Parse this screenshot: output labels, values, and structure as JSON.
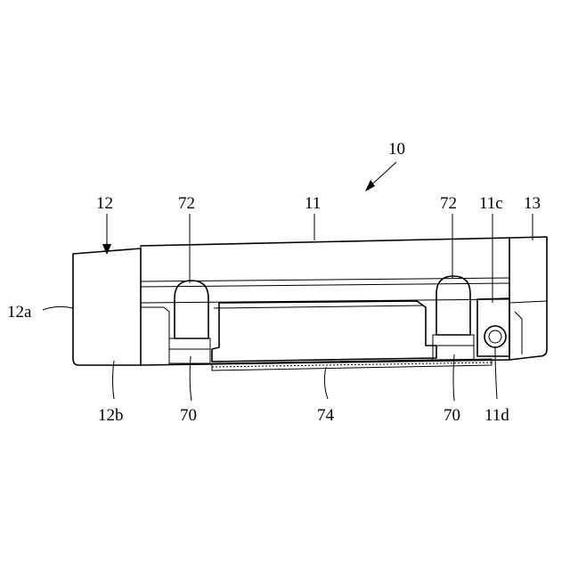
{
  "figure": {
    "labels": {
      "assembly": "10",
      "body": "11",
      "end_cap_left": "12",
      "end_cap_left_side": "12a",
      "end_cap_left_face": "12b",
      "end_cap_right": "13",
      "body_side": "11c",
      "body_hole": "11d",
      "clip_left": "72",
      "clip_right": "72",
      "base_left": "70",
      "base_right": "70",
      "strip": "74"
    },
    "line_color": "#000000",
    "background": "#ffffff"
  }
}
